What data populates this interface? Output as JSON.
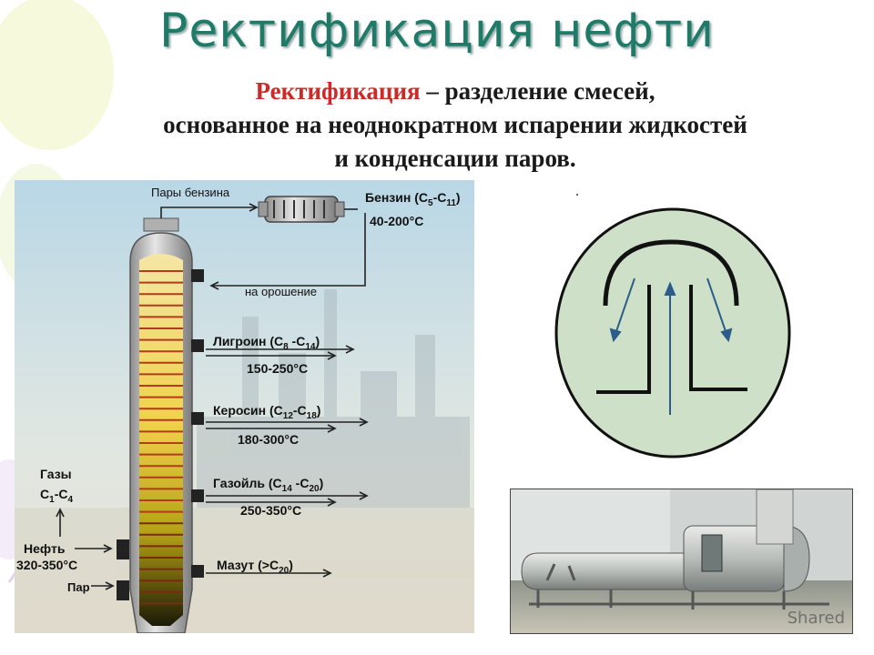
{
  "slide": {
    "title": "Ректификация нефти",
    "definition": {
      "term": "Ректификация",
      "rest_line1": " – разделение смесей,",
      "line2": "основанное на неоднократном испарении жидкостей",
      "line3": "и конденсации паров."
    }
  },
  "column": {
    "vapor_label": "Пары бензина",
    "reflux_label": "на орошение",
    "gases": {
      "name": "Газы",
      "formula": "C",
      "sub1": "1",
      "dash": "-C",
      "sub2": "4"
    },
    "oil": {
      "name": "Нефть",
      "temp": "320-350",
      "unit": "°C"
    },
    "steam": "Пар",
    "fractions": [
      {
        "name": "Бензин (C",
        "s1": "5",
        "mid": "-C",
        "s2": "11",
        "close": ")",
        "temp": "40-200",
        "unit": "°C"
      },
      {
        "name": "Лигроин (C",
        "s1": "8",
        "mid": " -C",
        "s2": "14",
        "close": ")",
        "temp": "150-250",
        "unit": "°C"
      },
      {
        "name": "Керосин (C",
        "s1": "12",
        "mid": "-C",
        "s2": "18",
        "close": ")",
        "temp": "180-300",
        "unit": "°C"
      },
      {
        "name": "Газойль (C",
        "s1": "14",
        "mid": " -C",
        "s2": "20",
        "close": ")",
        "temp": "250-350",
        "unit": "°C"
      },
      {
        "name": "Мазут (>C",
        "s1": "20",
        "mid": "",
        "s2": "",
        "close": ")",
        "temp": "",
        "unit": ""
      }
    ]
  },
  "photo": {
    "watermark": "Shared"
  },
  "colors": {
    "title": "#1f7a68",
    "term": "#cc2a2a",
    "tray_fill": "#cfe0c8",
    "column_liquid_top": "#f1e08a",
    "column_liquid_bottom": "#1b1a08"
  }
}
